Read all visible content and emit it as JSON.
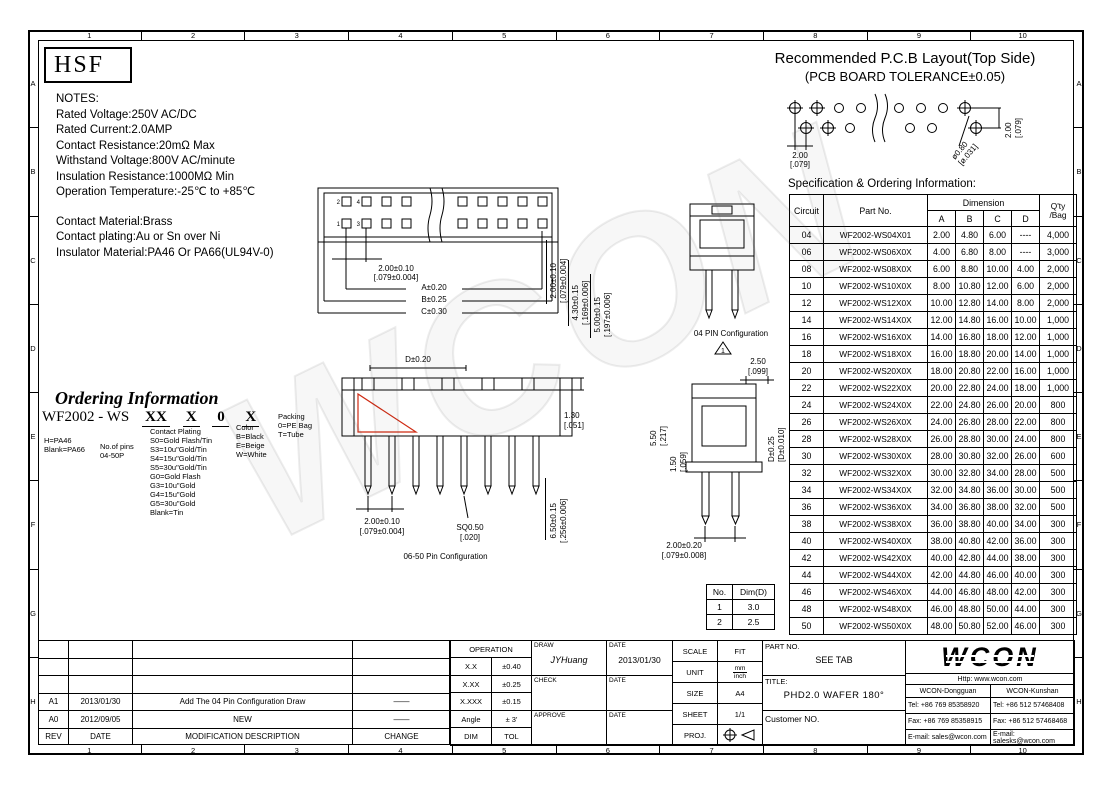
{
  "watermark": "WCON",
  "frame": {
    "zones_top": [
      "1",
      "2",
      "3",
      "4",
      "5",
      "6",
      "7",
      "8",
      "9",
      "10"
    ],
    "zones_side": [
      "A",
      "B",
      "C",
      "D",
      "E",
      "F",
      "G",
      "H"
    ]
  },
  "logo_text": "HSF",
  "notes": {
    "title": "NOTES:",
    "electrical": [
      "Rated Voltage:250V AC/DC",
      "Rated Current:2.0AMP",
      "Contact Resistance:20mΩ Max",
      "Withstand Voltage:800V AC/minute",
      "Insulation Resistance:1000MΩ Min",
      "Operation Temperature:-25℃ to +85℃"
    ],
    "materials": [
      "Contact Material:Brass",
      "Contact plating:Au or Sn over Ni",
      "Insulator Material:PA46 Or PA66(UL94V-0)"
    ]
  },
  "pcb": {
    "title": "Recommended P.C.B Layout(Top Side)",
    "subtitle": "(PCB BOARD TOLERANCE±0.05)",
    "pitch": "2.00",
    "pitch_in": "[.079]",
    "hole": "ø0.80",
    "hole_in": "[ø.031]",
    "row": "2.00",
    "row_in": "[.079]"
  },
  "spec_table": {
    "heading": "Specification & Ordering Information:",
    "col_circuit": "Circuit",
    "col_part": "Part No.",
    "col_dimension": "Dimension",
    "qty1": "Q'ty",
    "qty2": "/Bag",
    "dim_cols": [
      "A",
      "B",
      "C",
      "D"
    ],
    "rows": [
      [
        "04",
        "WF2002-WS04X01",
        "2.00",
        "4.80",
        "6.00",
        "----",
        "4,000"
      ],
      [
        "06",
        "WF2002-WS06X0X",
        "4.00",
        "6.80",
        "8.00",
        "----",
        "3,000"
      ],
      [
        "08",
        "WF2002-WS08X0X",
        "6.00",
        "8.80",
        "10.00",
        "4.00",
        "2,000"
      ],
      [
        "10",
        "WF2002-WS10X0X",
        "8.00",
        "10.80",
        "12.00",
        "6.00",
        "2,000"
      ],
      [
        "12",
        "WF2002-WS12X0X",
        "10.00",
        "12.80",
        "14.00",
        "8.00",
        "2,000"
      ],
      [
        "14",
        "WF2002-WS14X0X",
        "12.00",
        "14.80",
        "16.00",
        "10.00",
        "1,000"
      ],
      [
        "16",
        "WF2002-WS16X0X",
        "14.00",
        "16.80",
        "18.00",
        "12.00",
        "1,000"
      ],
      [
        "18",
        "WF2002-WS18X0X",
        "16.00",
        "18.80",
        "20.00",
        "14.00",
        "1,000"
      ],
      [
        "20",
        "WF2002-WS20X0X",
        "18.00",
        "20.80",
        "22.00",
        "16.00",
        "1,000"
      ],
      [
        "22",
        "WF2002-WS22X0X",
        "20.00",
        "22.80",
        "24.00",
        "18.00",
        "1,000"
      ],
      [
        "24",
        "WF2002-WS24X0X",
        "22.00",
        "24.80",
        "26.00",
        "20.00",
        "800"
      ],
      [
        "26",
        "WF2002-WS26X0X",
        "24.00",
        "26.80",
        "28.00",
        "22.00",
        "800"
      ],
      [
        "28",
        "WF2002-WS28X0X",
        "26.00",
        "28.80",
        "30.00",
        "24.00",
        "800"
      ],
      [
        "30",
        "WF2002-WS30X0X",
        "28.00",
        "30.80",
        "32.00",
        "26.00",
        "600"
      ],
      [
        "32",
        "WF2002-WS32X0X",
        "30.00",
        "32.80",
        "34.00",
        "28.00",
        "500"
      ],
      [
        "34",
        "WF2002-WS34X0X",
        "32.00",
        "34.80",
        "36.00",
        "30.00",
        "500"
      ],
      [
        "36",
        "WF2002-WS36X0X",
        "34.00",
        "36.80",
        "38.00",
        "32.00",
        "500"
      ],
      [
        "38",
        "WF2002-WS38X0X",
        "36.00",
        "38.80",
        "40.00",
        "34.00",
        "300"
      ],
      [
        "40",
        "WF2002-WS40X0X",
        "38.00",
        "40.80",
        "42.00",
        "36.00",
        "300"
      ],
      [
        "42",
        "WF2002-WS42X0X",
        "40.00",
        "42.80",
        "44.00",
        "38.00",
        "300"
      ],
      [
        "44",
        "WF2002-WS44X0X",
        "42.00",
        "44.80",
        "46.00",
        "40.00",
        "300"
      ],
      [
        "46",
        "WF2002-WS46X0X",
        "44.00",
        "46.80",
        "48.00",
        "42.00",
        "300"
      ],
      [
        "48",
        "WF2002-WS48X0X",
        "46.00",
        "48.80",
        "50.00",
        "44.00",
        "300"
      ],
      [
        "50",
        "WF2002-WS50X0X",
        "48.00",
        "50.80",
        "52.00",
        "46.00",
        "300"
      ]
    ]
  },
  "drawings": {
    "front": {
      "pin_nums": [
        "2",
        "4",
        "1",
        "3"
      ],
      "pitch": "2.00±0.10",
      "pitch_in": "[.079±0.004]",
      "dim_a": "A±0.20",
      "dim_b": "B±0.25",
      "dim_c": "C±0.30",
      "v1": "2.00±0.10",
      "v1_in": "[.079±0.004]",
      "v2": "4.30±0.15",
      "v2_in": "[.169±0.006]",
      "v3": "5.00±0.15",
      "v3_in": "[.197±0.006]"
    },
    "pin04": {
      "label": "04 PIN Configuration",
      "marker": "1"
    },
    "side": {
      "dim_d": "D±0.20",
      "h": "1.30",
      "h_in": "[.051]",
      "pitch": "2.00±0.10",
      "pitch_in": "[.079±0.004]",
      "sq": "SQ0.50",
      "sq_in": "[.020]",
      "len": "6.50±0.15",
      "len_in": "[.256±0.006]",
      "label": "06-50 Pin Configuration"
    },
    "side2": {
      "d1": "2.50",
      "d1_in": "[.099]",
      "d2": "5.50",
      "d2_in": "[.217]",
      "d3": "1.50",
      "d3_in": "[.059]",
      "d4": "D±0.25",
      "d4_in": "[D±0.010]",
      "d5": "2.00±0.20",
      "d5_in": "[.079±0.008]"
    }
  },
  "ordering": {
    "title": "Ordering Information",
    "base": "WF2002 - WS",
    "slots": [
      "XX",
      "X",
      "0",
      "X"
    ],
    "material": [
      "H=PA46",
      "Blank=PA66"
    ],
    "pins": [
      "No.of pins",
      "04-50P"
    ],
    "plating_title": "Contact Plating",
    "plating": [
      "S0=Gold Flash/Tin",
      "S3=10u\"Gold/Tin",
      "S4=15u\"Gold/Tin",
      "S5=30u\"Gold/Tin",
      "G0=Gold Flash",
      "G3=10u\"Gold",
      "G4=15u\"Gold",
      "G5=30u\"Gold",
      "Blank=Tin"
    ],
    "color_title": "Color",
    "colors": [
      "B=Black",
      "E=Beige",
      "W=White"
    ],
    "packing_title": "Packing",
    "packing": [
      "0=PE Bag",
      "T=Tube"
    ]
  },
  "dim_d_table": {
    "h_no": "No.",
    "h_dim": "Dim(D)",
    "rows": [
      [
        "1",
        "3.0"
      ],
      [
        "2",
        "2.5"
      ]
    ]
  },
  "title_block": {
    "revisions": [
      {
        "rev": "A1",
        "date": "2013/01/30",
        "desc": "Add The 04 Pin Configuration Draw",
        "change": "——"
      },
      {
        "rev": "A0",
        "date": "2012/09/05",
        "desc": "NEW",
        "change": "——"
      }
    ],
    "rev_headers": {
      "rev": "REV",
      "date": "DATE",
      "desc": "MODIFICATION DESCRIPTION",
      "change": "CHANGE"
    },
    "operation": {
      "title": "OPERATION",
      "rows": [
        [
          "X.X",
          "±0.40"
        ],
        [
          "X.XX",
          "±0.25"
        ],
        [
          "X.XXX",
          "±0.15"
        ],
        [
          "Angle",
          "± 3'"
        ]
      ],
      "footer": [
        "DIM",
        "TOL"
      ]
    },
    "sign": {
      "draw": "DRAW",
      "draw_name": "JYHuang",
      "date1": "DATE",
      "date1_val": "2013/01/30",
      "check": "CHECK",
      "date2": "DATE",
      "approve": "APPROVE",
      "date3": "DATE"
    },
    "meta": {
      "scale": "SCALE",
      "scale_val": "FIT",
      "unit": "UNIT",
      "unit_top": "mm",
      "unit_bottom": "inch",
      "size": "SIZE",
      "size_val": "A4",
      "sheet": "SHEET",
      "sheet_val": "1/1",
      "proj": "PROJ."
    },
    "part": {
      "label": "PART NO.",
      "value": "SEE TAB",
      "title_label": "TITLE:",
      "title_value": "PHD2.0 WAFER 180°",
      "customer": "Customer NO."
    },
    "company": {
      "logo": "WCON",
      "url": "Http: www.wcon.com",
      "offices": [
        {
          "name": "WCON-Dongguan",
          "tel": "Tel: +86 769 85358920",
          "fax": "Fax: +86 769 85358915",
          "email": "E-mail: sales@wcon.com"
        },
        {
          "name": "WCON-Kunshan",
          "tel": "Tel: +86 512 57468408",
          "fax": "Fax: +86 512 57468468",
          "email": "E-mail: salesks@wcon.com"
        }
      ]
    }
  }
}
